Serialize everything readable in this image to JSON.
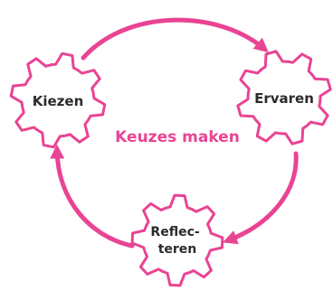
{
  "colors": {
    "accent": "#e94493",
    "label": "#2b2b2b",
    "background": "#ffffff"
  },
  "diagram": {
    "center_label": "Keuzes maken",
    "steps": [
      {
        "id": "kiezen",
        "lines": [
          "Kiezen"
        ]
      },
      {
        "id": "ervaren",
        "lines": [
          "Ervaren"
        ]
      },
      {
        "id": "reflecteren",
        "lines": [
          "Reflec-",
          "teren"
        ]
      }
    ],
    "flow": [
      {
        "from": "kiezen",
        "to": "ervaren"
      },
      {
        "from": "ervaren",
        "to": "reflecteren"
      },
      {
        "from": "reflecteren",
        "to": "kiezen"
      }
    ]
  }
}
